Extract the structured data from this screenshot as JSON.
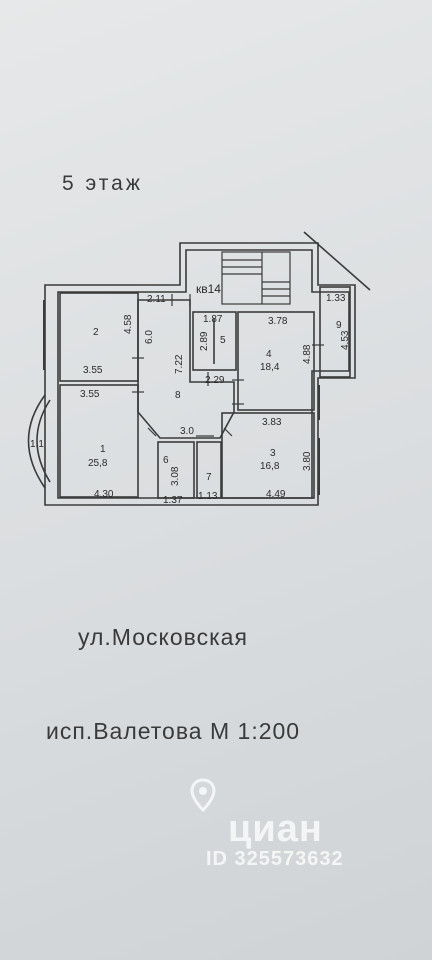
{
  "floor_title": "5 этаж",
  "apartment_label": "кв14",
  "street": "ул.Московская",
  "author_scale": "исп.Валетова М 1:200",
  "watermark": {
    "brand": "циан",
    "listing_id": "ID 325573632",
    "icon": "map-pin-icon"
  },
  "rooms": [
    {
      "id": "1",
      "area": "25,8"
    },
    {
      "id": "2",
      "area": ""
    },
    {
      "id": "3",
      "area": "16,8"
    },
    {
      "id": "4",
      "area": "18,4"
    },
    {
      "id": "5",
      "area": ""
    },
    {
      "id": "6",
      "area": ""
    },
    {
      "id": "7",
      "area": ""
    },
    {
      "id": "8",
      "area": ""
    },
    {
      "id": "9",
      "area": ""
    }
  ],
  "dimensions": {
    "r2_top": "2.11",
    "r2_side": "4.58",
    "r2_bottom": "3.55",
    "corridor_w": "6.0",
    "corridor_h": "7.22",
    "r5_top": "1.87",
    "r5_side": "2.89",
    "r4_top": "3.78",
    "r4_side": "4.88",
    "r9_top": "1.33",
    "r9_side": "4.53",
    "r1_top": "3.55",
    "r1_bay": "1.1",
    "r1_bottom": "4.30",
    "hall_w": "2.29",
    "hall_bottom": "3.0",
    "r3_top": "3.83",
    "r3_side": "3.80",
    "r3_bottom": "4.49",
    "r6_side": "3.08",
    "r6_bottom": "1.37",
    "r7_bottom": "1.13"
  }
}
